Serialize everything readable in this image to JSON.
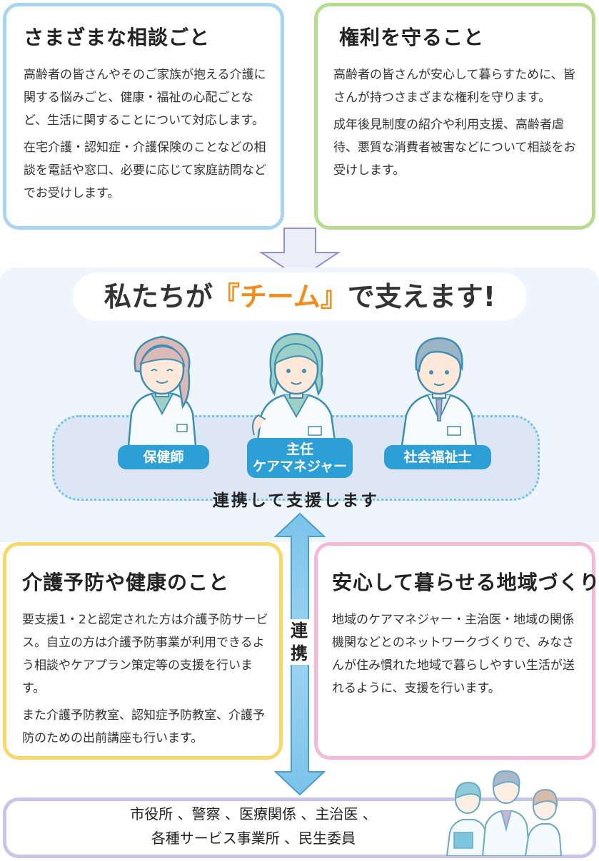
{
  "consult": {
    "title": "さまざまな相談ごと",
    "paragraphs": [
      "高齢者の皆さんやそのご家族が抱える介護に関する悩みごと、健康・福祉の心配ごとなど、生活に関することについて対応します。",
      "在宅介護・認知症・介護保険のことなどの相談を電話や窓口、必要に応じて家庭訪問などでお受けします。"
    ]
  },
  "rights": {
    "title": "権利を守ること",
    "paragraphs": [
      "高齢者の皆さんが安心して暮らすために、皆さんが持つさまざまな権利を守ります。",
      "成年後見制度の紹介や利用支援、高齢者虐待、悪質な消費者被害などについて相談をお受けします。"
    ]
  },
  "team": {
    "heading_before": "私たちが",
    "heading_highlight": "『チーム』",
    "heading_after": "で支えます!",
    "roles": {
      "nurse": "保健師",
      "care_manager_line1": "主任",
      "care_manager_line2": "ケアマネジャー",
      "social_worker": "社会福祉士"
    },
    "cooperation": "連携して支援します",
    "vertical_label_1": "連",
    "vertical_label_2": "携"
  },
  "prevention": {
    "title": "介護予防や健康のこと",
    "paragraphs": [
      "要支援1・2と認定された方は介護予防サービス。自立の方は介護予防事業が利用できるよう相談やケアプラン策定等の支援を行います。",
      "また介護予防教室、認知症予防教室、介護予防のための出前講座も行います。"
    ]
  },
  "community": {
    "title": "安心して暮らせる地域づくり",
    "paragraphs": [
      "地域のケアマネジャー・主治医・地域の関係機関などとのネットワークづくりで、みなさんが住み慣れた地域で暮らしやすい生活が送れるように、支援を行います。"
    ]
  },
  "partners": {
    "line1": "市役所 、警察 、医療関係 、主治医 、",
    "line2": "各種サービス事業所 、民生委員"
  },
  "colors": {
    "consult_border": "#a9d5f4",
    "rights_border": "#b6dc8f",
    "prevention_border": "#f9d86a",
    "community_border": "#f5b8d6",
    "team_bg": "#eef5fd",
    "highlight": "#f08d1d",
    "badge": "#2b9fd6",
    "partners_border": "#c8c5ea"
  }
}
